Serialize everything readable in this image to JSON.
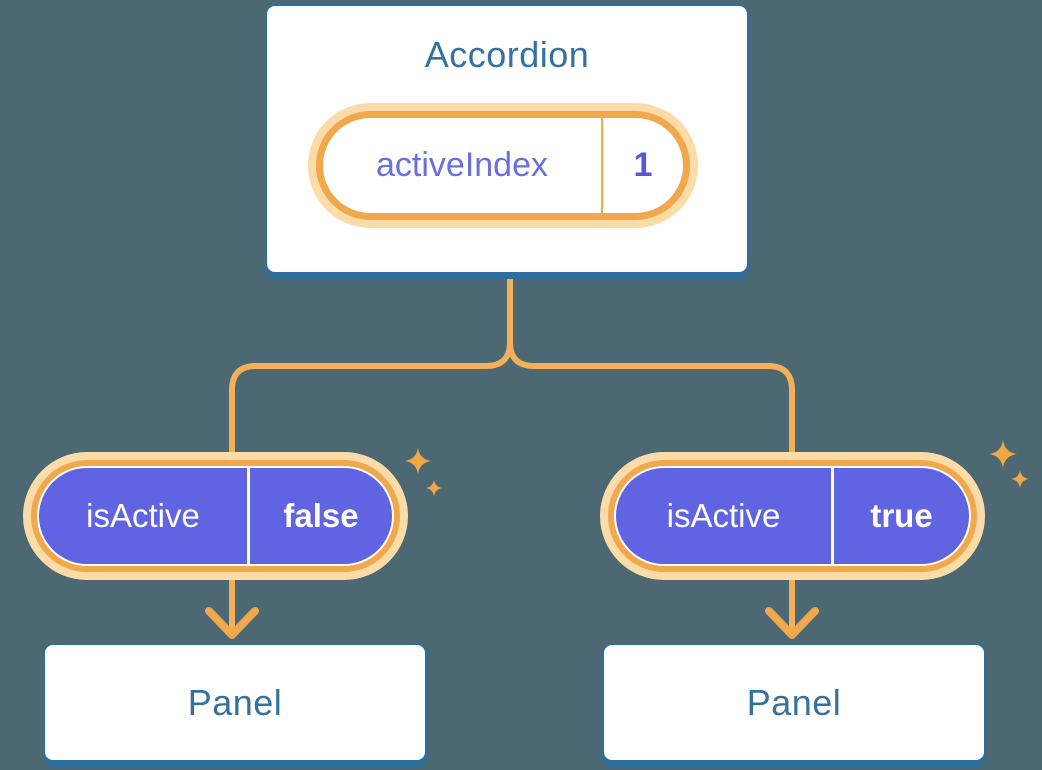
{
  "canvas": {
    "background": "#4C6872"
  },
  "palette": {
    "box_border": "#2E6E9C",
    "heading_text": "#35719E",
    "connector_line": "#F4B058",
    "pill_halo": "#FBDCA9",
    "pill_ring": "#F1A74B",
    "prop_pill_fill": "#6063E2",
    "state_label_text": "#6A6FE0",
    "state_value_text": "#5458D8",
    "sparkle": "#EFA847"
  },
  "diagram": {
    "parent": {
      "title": "Accordion",
      "state_pill": {
        "label": "activeIndex",
        "value": "1"
      }
    },
    "children": [
      {
        "prop_pill": {
          "label": "isActive",
          "value": "false"
        },
        "panel": {
          "title": "Panel"
        }
      },
      {
        "prop_pill": {
          "label": "isActive",
          "value": "true"
        },
        "panel": {
          "title": "Panel"
        }
      }
    ]
  }
}
